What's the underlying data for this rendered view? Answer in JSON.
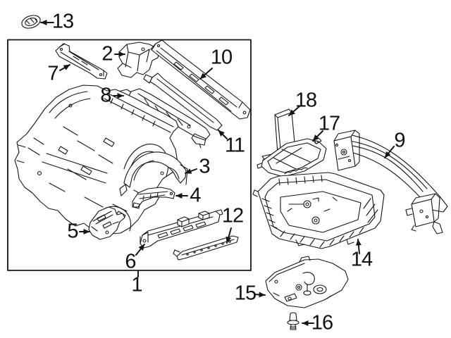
{
  "diagram": {
    "kind": "auto-parts-exploded-diagram",
    "background_color": "#ffffff",
    "line_color": "#151515",
    "callouts": [
      {
        "label": "1"
      },
      {
        "label": "2"
      },
      {
        "label": "3"
      },
      {
        "label": "4"
      },
      {
        "label": "5"
      },
      {
        "label": "6"
      },
      {
        "label": "7"
      },
      {
        "label": "8"
      },
      {
        "label": "9"
      },
      {
        "label": "10"
      },
      {
        "label": "11"
      },
      {
        "label": "12"
      },
      {
        "label": "13"
      },
      {
        "label": "14"
      },
      {
        "label": "15"
      },
      {
        "label": "16"
      },
      {
        "label": "17"
      },
      {
        "label": "18"
      }
    ]
  }
}
